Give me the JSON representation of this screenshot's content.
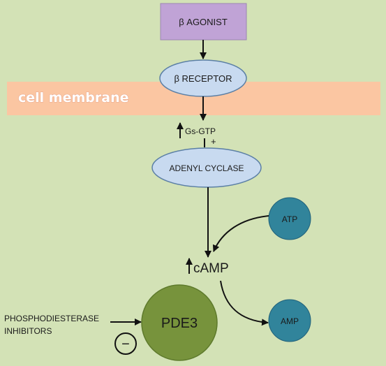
{
  "agonist": {
    "label": "β AGONIST"
  },
  "receptor": {
    "label": "β RECEPTOR"
  },
  "membrane": {
    "label": "cell membrane"
  },
  "gs": {
    "label": "Gs-GTP",
    "plus": "+"
  },
  "cyclase": {
    "label": "ADENYL CYCLASE"
  },
  "atp": {
    "label": "ATP"
  },
  "camp": {
    "label": "cAMP"
  },
  "pde": {
    "label": "PDE3"
  },
  "amp": {
    "label": "AMP"
  },
  "inhibitors": {
    "line1": "PHOSPHODIESTERASE",
    "line2": "INHIBITORS",
    "sign": "−"
  },
  "colors": {
    "background": "#d3e2b6",
    "agonist_box": "#c0a3d6",
    "membrane_band": "#fbc6a2",
    "receptor_fill": "#c8daf0",
    "small_node_fill": "#31849b",
    "pde_fill": "#77933c"
  }
}
